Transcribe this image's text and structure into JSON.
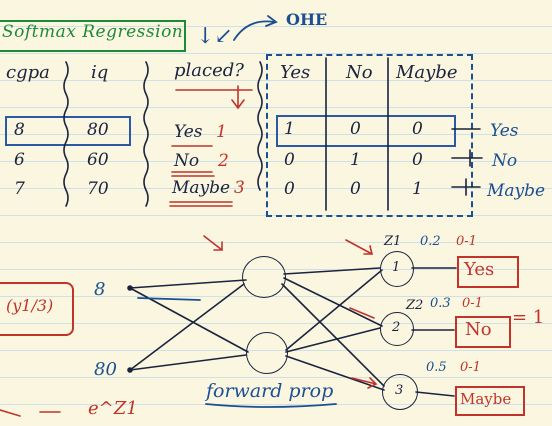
{
  "title": "Softmax Regression",
  "ohe_label": "OHE",
  "table": {
    "headers": [
      "cgpa",
      "iq",
      "placed?"
    ],
    "rows": [
      {
        "cgpa": "8",
        "iq": "80",
        "placed": "Yes",
        "code": "1"
      },
      {
        "cgpa": "6",
        "iq": "60",
        "placed": "No",
        "code": "2"
      },
      {
        "cgpa": "7",
        "iq": "70",
        "placed": "Maybe",
        "code": "3"
      }
    ]
  },
  "ohe": {
    "headers": [
      "Yes",
      "No",
      "Maybe"
    ],
    "rows": [
      {
        "values": [
          "1",
          "0",
          "0"
        ],
        "label": "Yes"
      },
      {
        "values": [
          "0",
          "1",
          "0"
        ],
        "label": "No"
      },
      {
        "values": [
          "0",
          "0",
          "1"
        ],
        "label": "Maybe"
      }
    ]
  },
  "network": {
    "inputs": [
      "8",
      "80"
    ],
    "caption": "forward prop",
    "outputs": [
      {
        "node": "1",
        "z": "Z1",
        "prob": "0.2",
        "range": "0-1",
        "class": "Yes"
      },
      {
        "node": "2",
        "z": "Z2",
        "prob": "0.3",
        "range": "0-1",
        "class": "No"
      },
      {
        "node": "3",
        "z": "",
        "prob": "0.5",
        "range": "0-1",
        "class": "Maybe"
      }
    ],
    "side_mark": "= 1"
  },
  "left_box_text": "(y1/3)",
  "bottom_text": "e^Z1",
  "colors": {
    "ink": "#1a2340",
    "blue": "#1b4f93",
    "red": "#c0342c",
    "green": "#1f8a3a"
  }
}
